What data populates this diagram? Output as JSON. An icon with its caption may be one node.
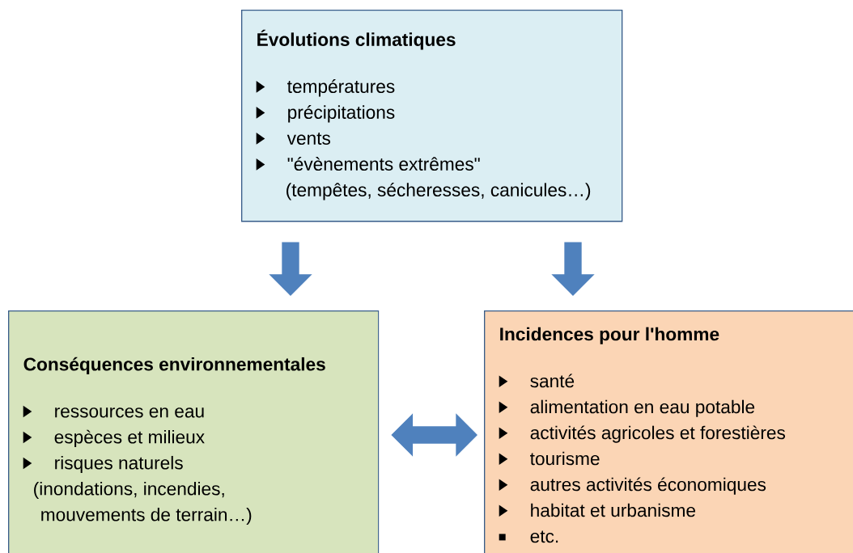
{
  "diagram": {
    "nodes": [
      {
        "text": [
          "Évolutions climatiques",
          "températures",
          "précipitations",
          "vents",
          "\"évènements extrêmes\"",
          "(tempêtes, sécheresses, canicules…)"
        ]
      },
      {
        "text": [
          "Conséquences environnementales",
          "ressources en eau",
          "espèces et milieux",
          "risques naturels",
          "(inondations, incendies, mouvements de terrain…)"
        ]
      },
      {
        "text": [
          "Incidences pour l'homme",
          "santé",
          "alimentation en eau potable",
          "activités agricoles et forestières",
          "tourisme",
          "autres activités économiques",
          "habitat et urbanisme",
          "etc."
        ]
      }
    ],
    "edges": [
      {
        "from": 0,
        "to": 1,
        "arrow": "to"
      },
      {
        "from": 0,
        "to": 2,
        "arrow": "to"
      },
      {
        "from": 1,
        "to": 2,
        "arrow": "both"
      }
    ]
  }
}
